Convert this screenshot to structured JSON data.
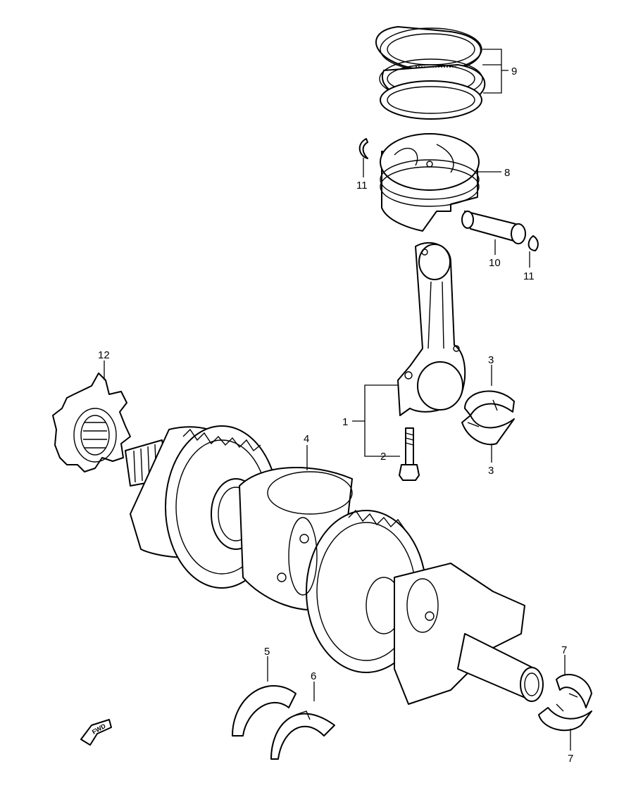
{
  "callouts": {
    "c1": "1",
    "c2": "2",
    "c3a": "3",
    "c3b": "3",
    "c4": "4",
    "c5": "5",
    "c6": "6",
    "c7a": "7",
    "c7b": "7",
    "c8": "8",
    "c9": "9",
    "c10": "10",
    "c11a": "11",
    "c11b": "11",
    "c12": "12"
  },
  "fwd_label": "FWD"
}
